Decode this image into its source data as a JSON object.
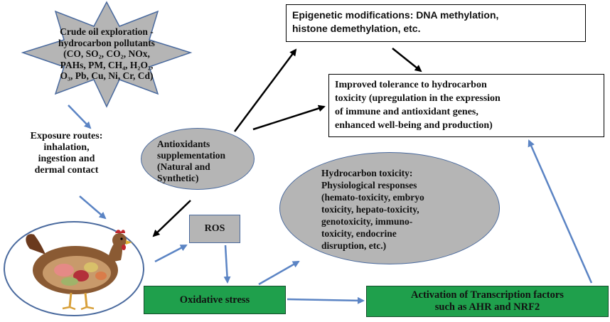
{
  "nodes": {
    "pollutants": "Crude oil exploration -\nhydrocarbon pollutants\n(CO, SO₂, CO₂, NOx,\nPAHs, PM, CH₄, H₂O₂,\nO₃, Pb, Cu, Ni, Cr, Cd)",
    "exposure": "Exposure routes:\ninhalation,\ningestion and\ndermal contact",
    "epigenetic": "Epigenetic modifications: DNA methylation,\nhistone demethylation, etc.",
    "tolerance": "Improved tolerance to hydrocarbon\ntoxicity (upregulation in the expression\nof immune and antioxidant genes,\nenhanced well-being and production)",
    "antioxidants": "Antioxidants\nsupplementation\n(Natural and\nSynthetic)",
    "toxicity": "Hydrocarbon toxicity:\nPhysiological responses\n(hemato-toxicity, embryo\ntoxicity, hepato-toxicity,\ngenotoxicity, immuno-\ntoxicity, endocrine\ndisruption, etc.)",
    "ros": "ROS",
    "oxidative_stress": "Oxidative stress",
    "transcription": "Activation of Transcription factors\nsuch as AHR and NRF2"
  },
  "colors": {
    "gray_fill": "#b5b5b5",
    "green_fill": "#1fa04c",
    "blue_arrow": "#5b84c4",
    "black_arrow": "#000000"
  },
  "icons": [
    "chicken-illustration"
  ]
}
